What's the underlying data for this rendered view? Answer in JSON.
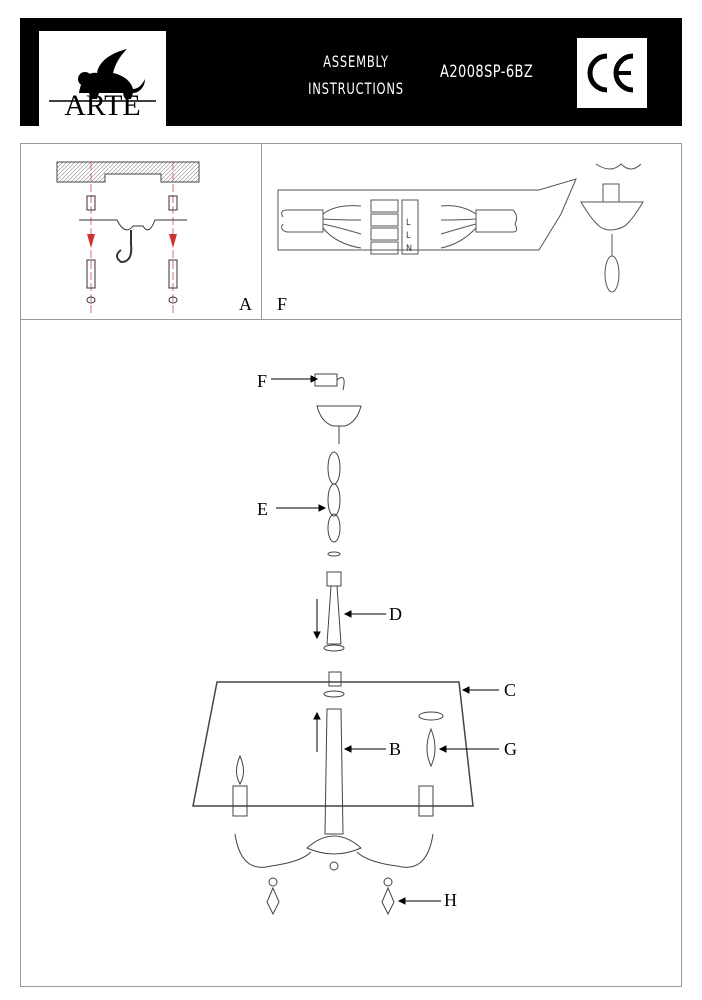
{
  "header": {
    "brand": "ARTE",
    "title_line1": "ASSEMBLY",
    "title_line2": "INSTRUCTIONS",
    "model": "A2008SP-6BZ",
    "certification": "CE"
  },
  "panels": {
    "panel_a_label": "A",
    "panel_f_label": "F",
    "terminal_labels": [
      "L",
      "L",
      "N"
    ]
  },
  "main": {
    "callouts": {
      "F": "F",
      "E": "E",
      "D": "D",
      "C": "C",
      "B": "B",
      "G": "G",
      "H": "H"
    }
  }
}
